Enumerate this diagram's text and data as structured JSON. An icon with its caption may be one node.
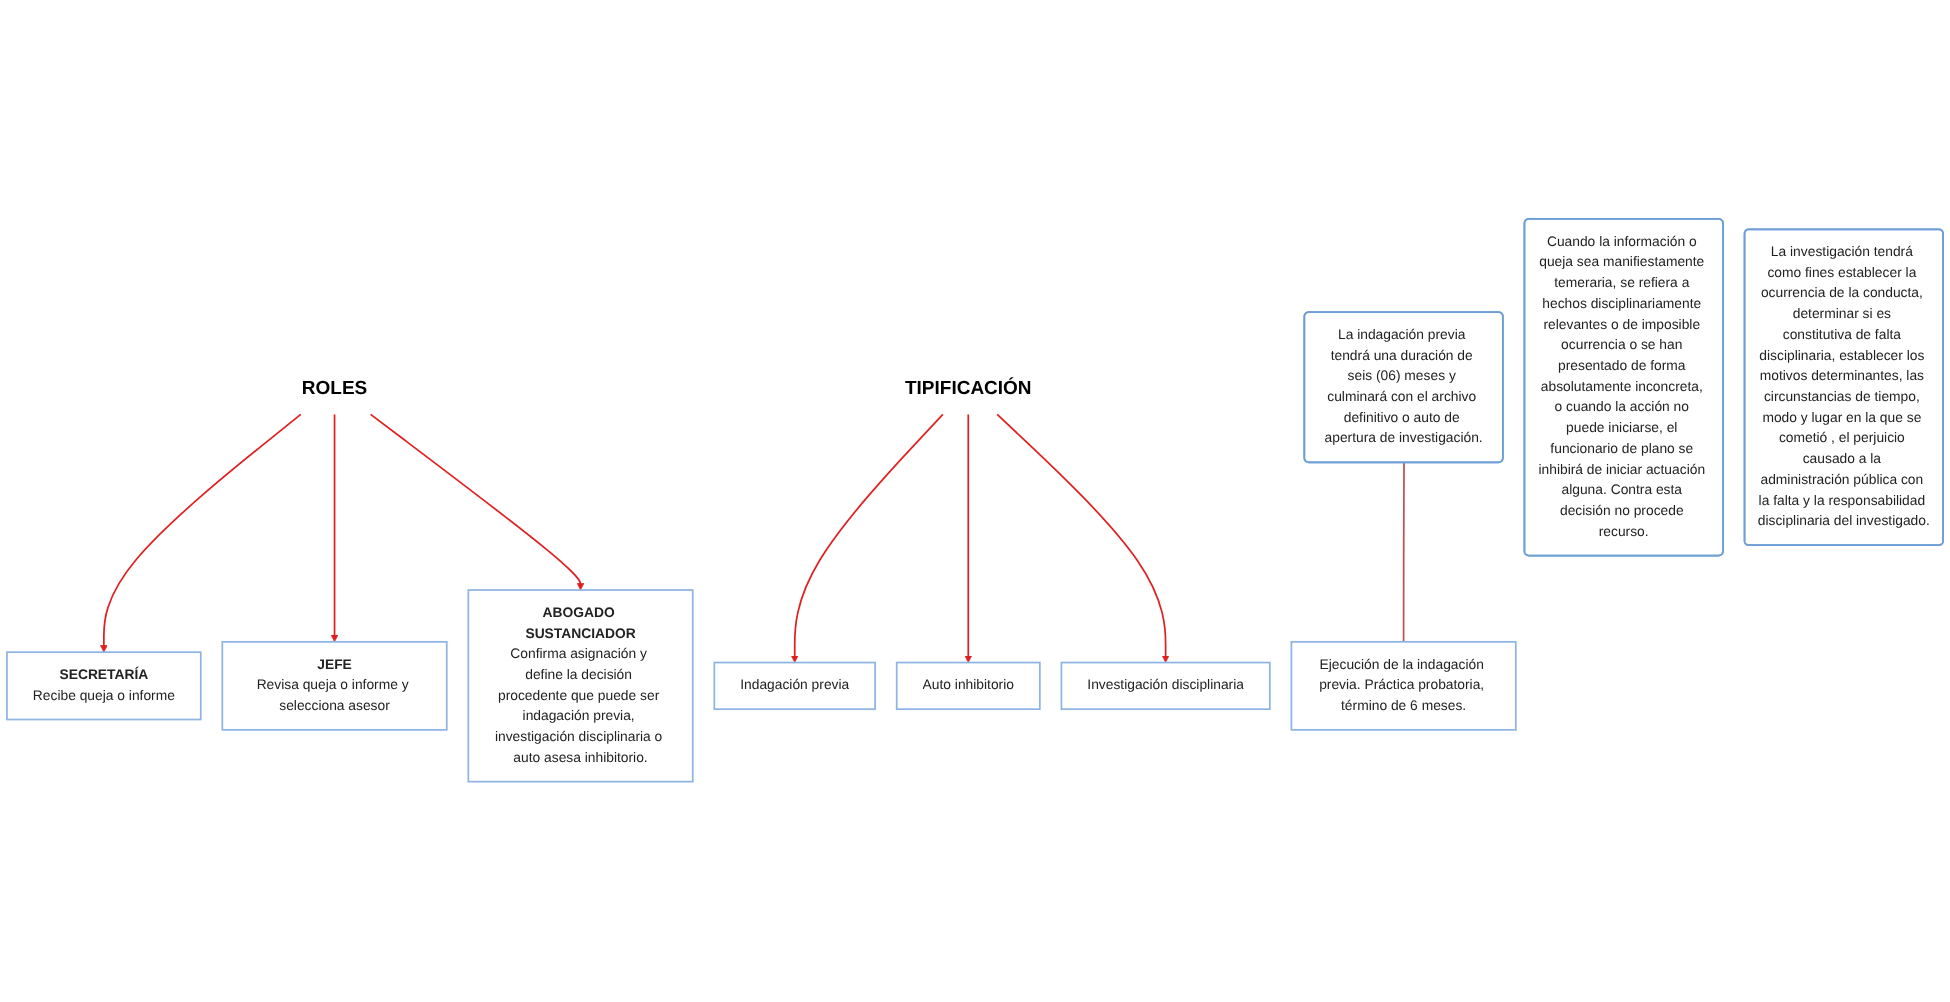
{
  "diagram": {
    "nodes": [
      {
        "text": [
          "ROLES"
        ]
      },
      {
        "text": [
          "SECRETARÍA",
          "Recibe queja o informe"
        ]
      },
      {
        "text": [
          "JEFE",
          "Revisa queja o informe y selecciona asesor"
        ]
      },
      {
        "text": [
          "ABOGADO SUSTANCIADOR",
          "Confirma asignación y define la decisión procedente que puede ser indagación previa, investigación disciplinaria o auto asesa inhibitorio."
        ]
      },
      {
        "text": [
          "TIPIFICACIÓN"
        ]
      },
      {
        "text": [
          "Indagación previa"
        ]
      },
      {
        "text": [
          "Auto inhibitorio"
        ]
      },
      {
        "text": [
          "Investigación disciplinaria"
        ]
      },
      {
        "text": [
          "La indagación previa tendrá una duración de seis (06) meses y culminará con el archivo definitivo o auto de apertura de investigación."
        ]
      },
      {
        "text": [
          "Cuando la información o queja sea manifiestamente temeraria, se refiera a hechos disciplinariamente relevantes o de imposible ocurrencia o se han presentado de forma absolutamente inconcreta, o cuando la acción no puede iniciarse, el funcionario de plano se inhibirá de iniciar actuación alguna. Contra esta decisión no procede recurso."
        ]
      },
      {
        "text": [
          "La investigación tendrá como fines establecer la ocurrencia de la conducta, determinar si es constitutiva de falta disciplinaria, establecer los motivos determinantes, las circunstancias de tiempo, modo y lugar en la que se cometió , el perjuicio causado a la administración pública con la falta y la responsabilidad disciplinaria del investigado."
        ]
      },
      {
        "text": [
          "Ejecución de la indagación previa. Práctica probatoria, término de 6 meses."
        ]
      }
    ],
    "edges": [
      {
        "from": 0,
        "to": 1,
        "arrow": "to",
        "color": "#e02020"
      },
      {
        "from": 0,
        "to": 2,
        "arrow": "to",
        "color": "#e02020"
      },
      {
        "from": 0,
        "to": 3,
        "arrow": "to",
        "color": "#e02020"
      },
      {
        "from": 4,
        "to": 5,
        "arrow": "to",
        "color": "#e02020"
      },
      {
        "from": 4,
        "to": 6,
        "arrow": "to",
        "color": "#e02020"
      },
      {
        "from": 4,
        "to": 7,
        "arrow": "to",
        "color": "#e02020"
      },
      {
        "from": 8,
        "to": 11,
        "arrow": "none",
        "color": "#c0504d"
      }
    ]
  }
}
